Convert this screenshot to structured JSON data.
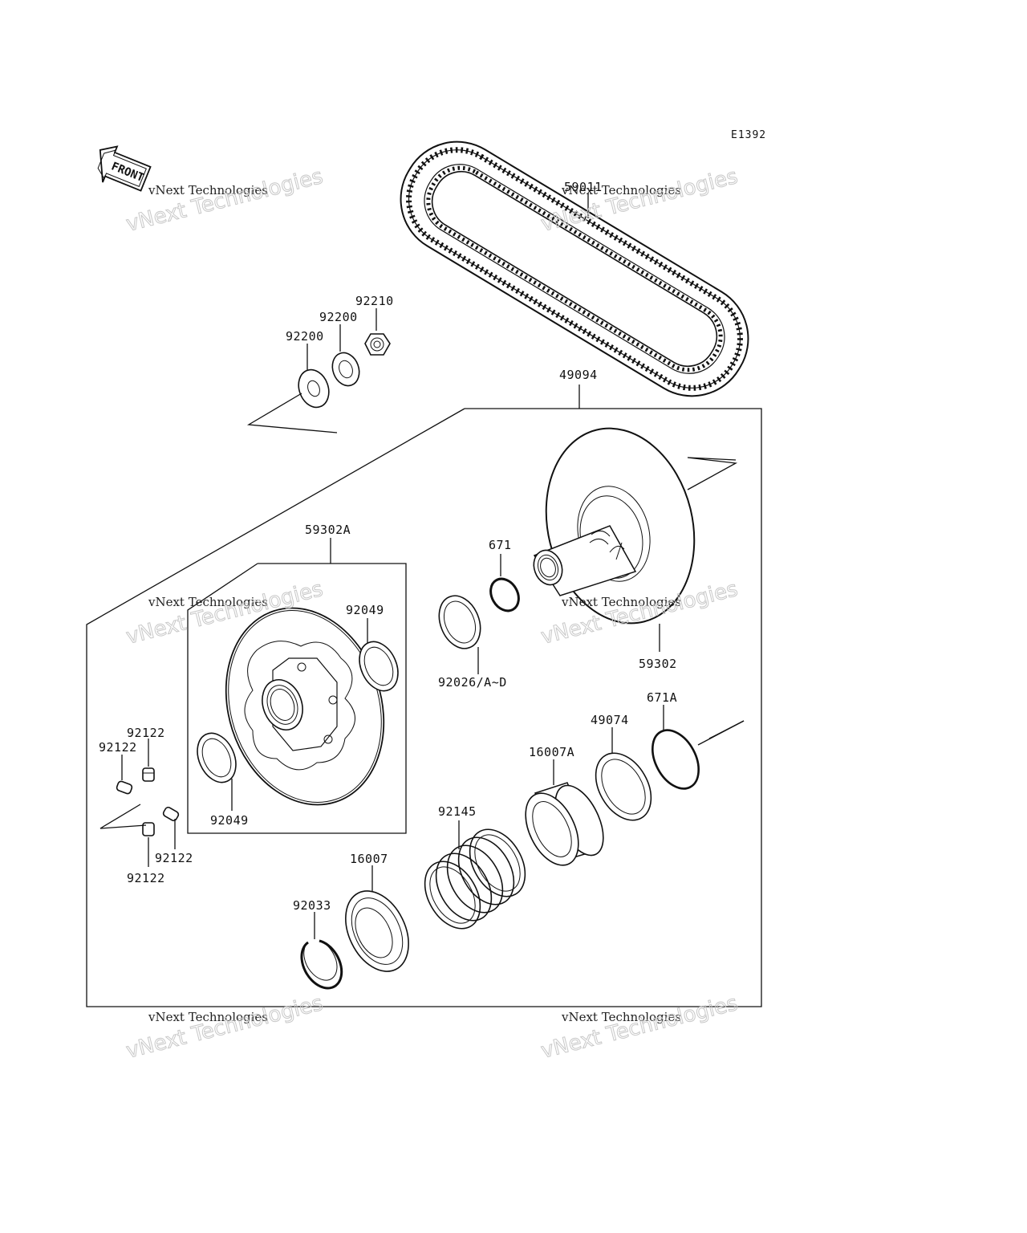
{
  "diagram_code": "E1392",
  "front_arrow_label": "FRONT",
  "watermarks": [
    {
      "line1": "vNext Technologies",
      "line2": "vNext Technologies"
    },
    {
      "line1": "vNext Technologies",
      "line2": "vNext Technologies"
    },
    {
      "line1": "vNext Technologies",
      "line2": "vNext Technologies"
    },
    {
      "line1": "vNext Technologies",
      "line2": "vNext Technologies"
    },
    {
      "line1": "vNext Technologies",
      "line2": "vNext Technologies"
    },
    {
      "line1": "vNext Technologies",
      "line2": "vNext Technologies"
    }
  ],
  "parts": {
    "belt": "59011",
    "nut": "92210",
    "washer_b": "92200",
    "washer_a": "92200",
    "assembly": "49094",
    "fixed_sheave_assy": "59302A",
    "oring": "671",
    "seal_top": "92049",
    "shim": "92026/A~D",
    "movable_sheave": "59302",
    "oring_large": "671A",
    "cam": "49074",
    "bearing_a": "16007A",
    "grease_fit_1": "92122",
    "grease_fit_2": "92122",
    "seal_bottom": "92049",
    "spring": "92145",
    "grease_fit_3": "92122",
    "grease_fit_4": "92122",
    "bearing": "16007",
    "circlip": "92033"
  }
}
